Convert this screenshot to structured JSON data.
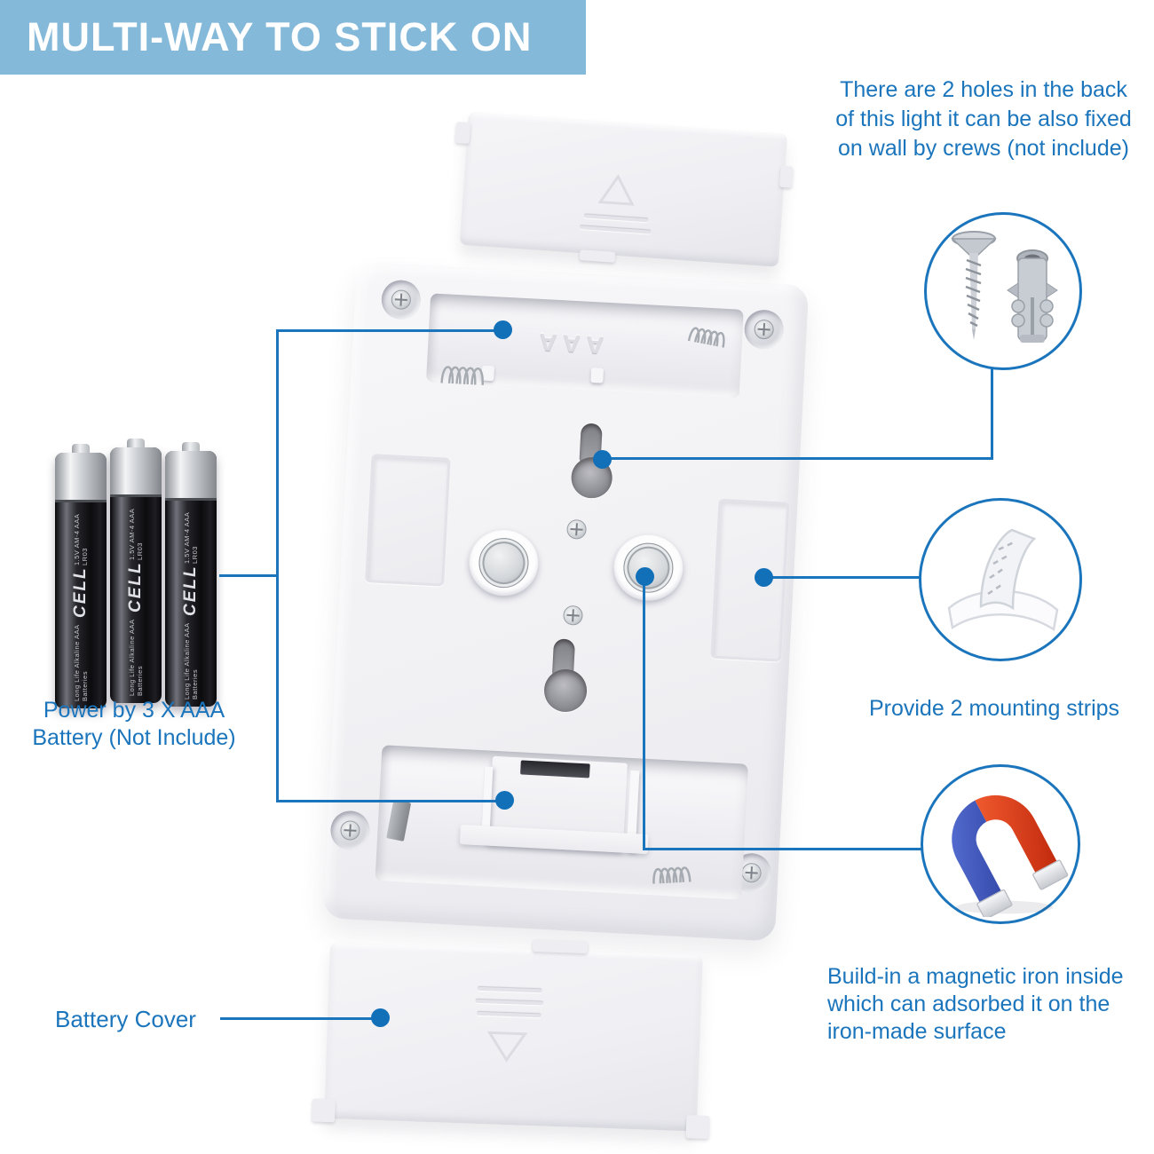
{
  "banner": {
    "title": "MULTI-WAY TO STICK ON"
  },
  "colors": {
    "accent": "#1b75bc",
    "banner_bg": "#85b9da",
    "callout_dot": "#1170b8",
    "magnet_blue": "#3b57c4",
    "magnet_red": "#df3a16"
  },
  "callouts": {
    "screw_holes": {
      "lines": [
        "There are 2 holes in the back",
        "of this light it can be also fixed",
        "on wall by crews (not include)"
      ]
    },
    "mounting_strips": {
      "text": "Provide 2 mounting strips"
    },
    "magnet": {
      "lines": [
        "Build-in a magnetic iron inside",
        "which can adsorbed it on the",
        "iron-made surface"
      ]
    },
    "battery": {
      "lines": [
        "Power by 3 X AAA",
        "Battery (Not Include)"
      ]
    },
    "battery_cover": {
      "text": "Battery Cover"
    }
  },
  "batteries": {
    "brand": "CELL",
    "label_line1": "Long Life Alkaline AAA Batteries",
    "label_line2": "1.5V AM-4 AAA LR03"
  },
  "device": {
    "bay_embossed_text": "AAA"
  }
}
